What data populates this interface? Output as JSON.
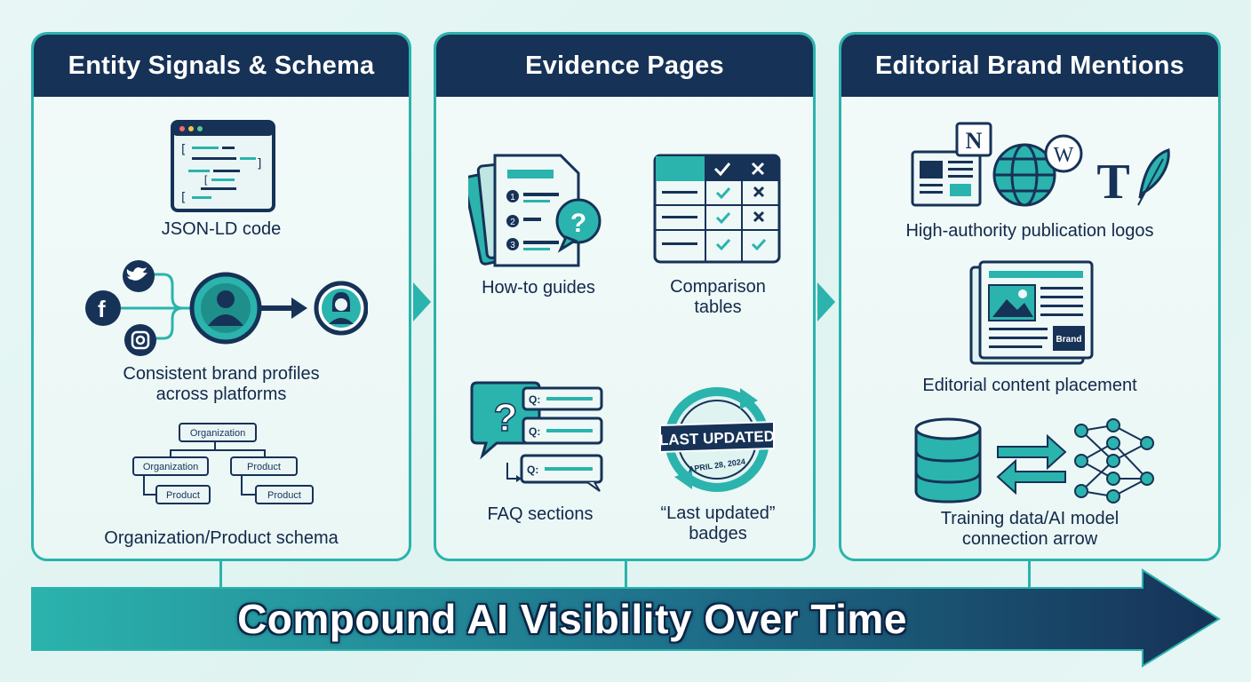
{
  "panels": [
    {
      "title": "Entity Signals & Schema",
      "items": [
        "JSON-LD code",
        "Consistent brand profiles",
        "across platforms",
        "Organization/Product schema"
      ],
      "schema_nodes": [
        "Organization",
        "Organization",
        "Product",
        "Product",
        "Product"
      ]
    },
    {
      "title": "Evidence Pages",
      "items": [
        "How-to guides",
        "Comparison",
        "tables",
        "FAQ sections",
        "“Last updated”",
        "badges"
      ],
      "faq_prefix": "Q:",
      "badge_text": "LAST UPDATED",
      "badge_date": "APRIL 28, 2024"
    },
    {
      "title": "Editorial Brand Mentions",
      "items": [
        "High-authority publication logos",
        "Editorial content placement",
        "Training data/AI model",
        "connection arrow"
      ],
      "brand_tag": "Brand",
      "logo_letters": [
        "N",
        "W",
        "T"
      ]
    }
  ],
  "banner": {
    "text": "Compound AI Visibility Over Time"
  },
  "colors": {
    "navy": "#163257",
    "teal": "#2bb3ad",
    "background": "#e8f7f5"
  },
  "icons": [
    "code-window-icon",
    "twitter-icon",
    "facebook-icon",
    "instagram-icon",
    "user-icon",
    "profile-icon",
    "document-stack-icon",
    "question-bubble-icon",
    "comparison-table-icon",
    "faq-chat-icon",
    "refresh-badge-icon",
    "newspaper-icon",
    "globe-icon",
    "wikipedia-icon",
    "feather-icon",
    "article-icon",
    "database-icon",
    "neural-network-icon"
  ]
}
